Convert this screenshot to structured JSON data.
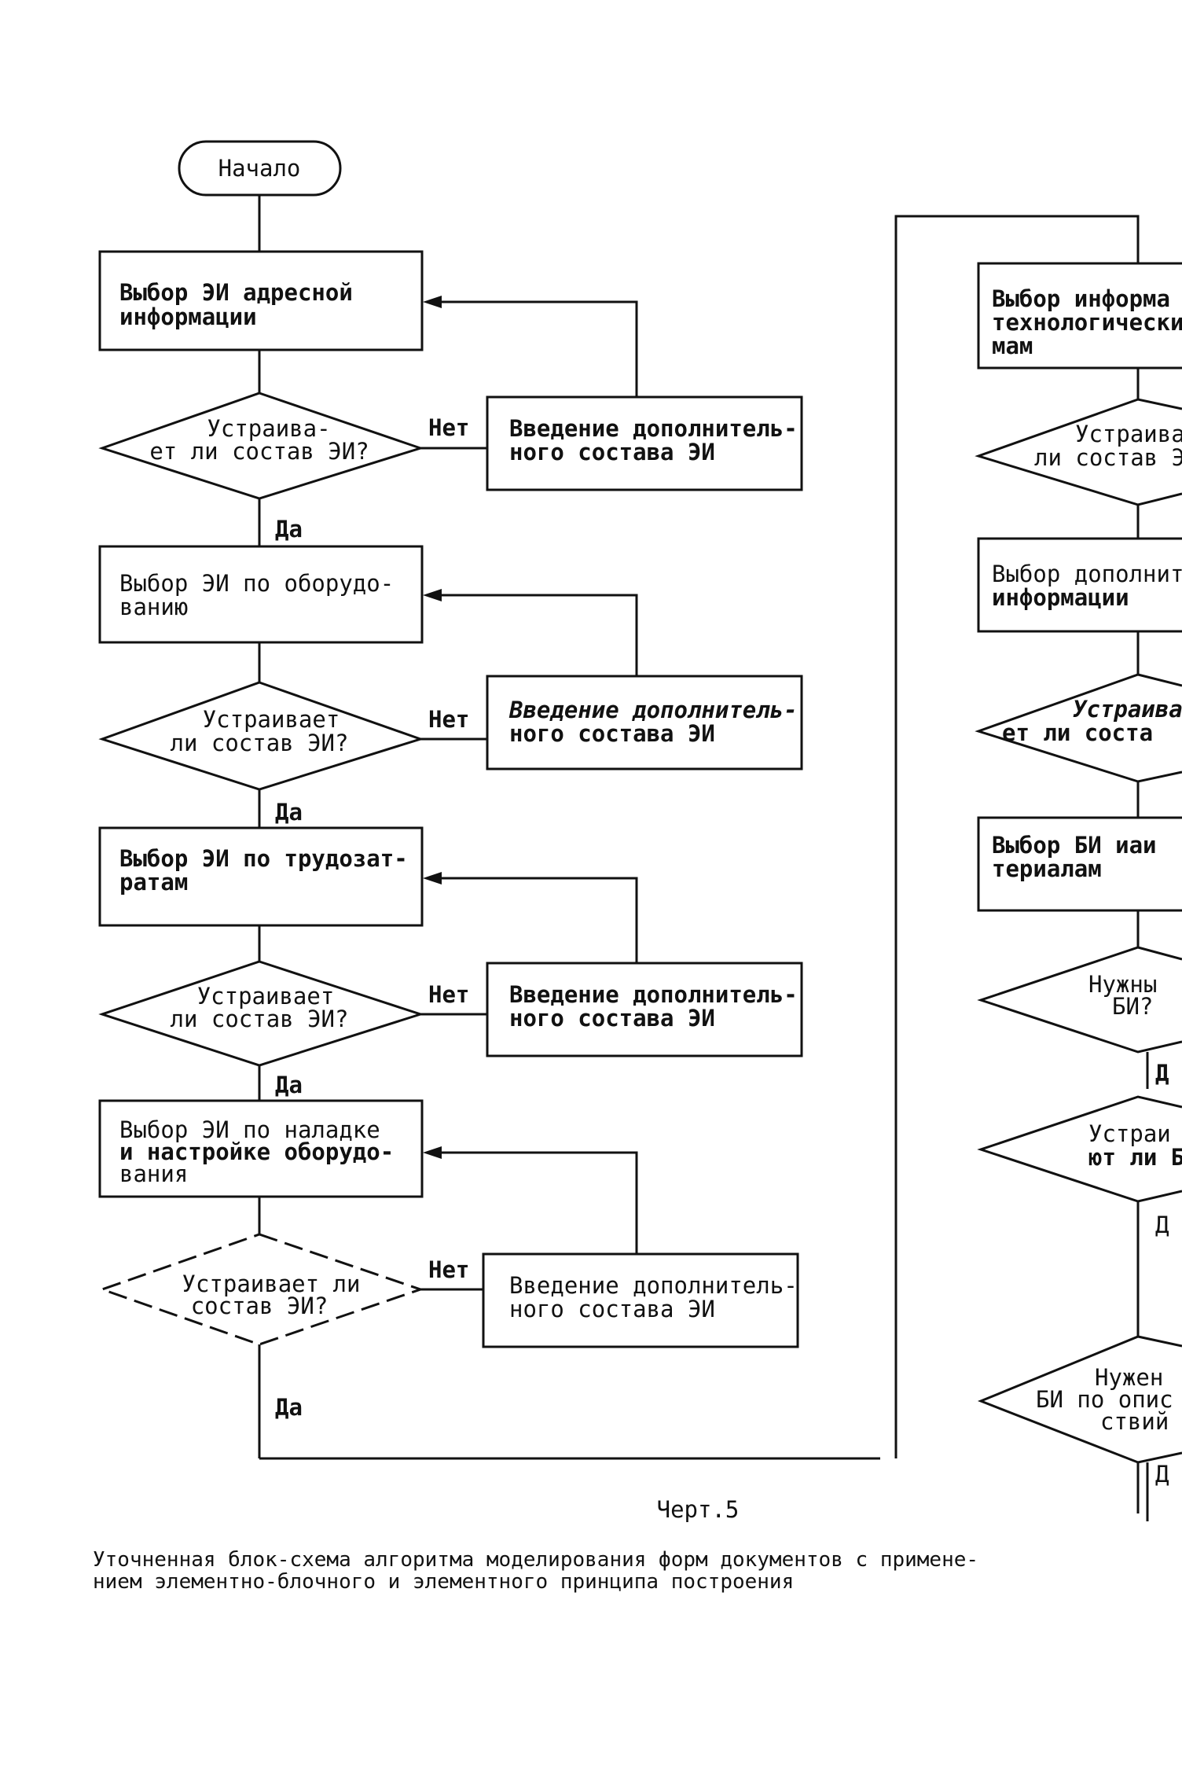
{
  "start": "Начало",
  "left_column": [
    {
      "process": [
        "Выбор ЭИ адресной",
        "информации"
      ],
      "decision": [
        "Устраива-",
        "ет ли состав ЭИ?"
      ],
      "no_label": "Нет",
      "add": [
        "Введение дополнитель-",
        "ного состава ЭИ"
      ],
      "yes_label": "Да"
    },
    {
      "process": [
        "Выбор ЭИ по оборудо-",
        "ванию"
      ],
      "decision": [
        "Устраивает",
        "ли состав ЭИ?"
      ],
      "no_label": "Нет",
      "add": [
        "Введение дополнитель-",
        "ного состава ЭИ"
      ],
      "yes_label": "Да"
    },
    {
      "process": [
        "Выбор ЭИ по трудозат-",
        "ратам"
      ],
      "decision": [
        "Устраивает",
        "ли состав ЭИ?"
      ],
      "no_label": "Нет",
      "add": [
        "Введение дополнитель-",
        "ного состава ЭИ"
      ],
      "yes_label": "Да"
    },
    {
      "process": [
        "Выбор ЭИ по наладке",
        "и настройке оборудо-",
        "вания"
      ],
      "decision": [
        "Устраивает ли",
        "состав ЭИ?"
      ],
      "no_label": "Нет",
      "add": [
        "Введение дополнитель-",
        "ного состава ЭИ"
      ],
      "yes_label": "Да"
    }
  ],
  "right_column": {
    "process_1": [
      "Выбор информа",
      "технологически",
      "мам"
    ],
    "decision_1": [
      "Устраива",
      "ли состав Э"
    ],
    "process_2": [
      "Выбор дополнит",
      "информации"
    ],
    "decision_2": [
      "Устраива",
      "ет ли соста"
    ],
    "process_3": [
      "Выбор БИ иаи",
      "териалам"
    ],
    "decision_3": [
      "Нужны",
      "БИ?"
    ],
    "yes_3": "Д",
    "decision_4": [
      "Устраи",
      "ют ли Б"
    ],
    "yes_4": "Д",
    "decision_5": [
      "Нужен",
      "БИ по опис",
      "ствий"
    ],
    "yes_5": "Д"
  },
  "figure_label": "Черт.5",
  "caption": [
    "Уточненная блок-схема алгоритма моделирования форм документов с примене-",
    "нием элементно-блочного и элементного принципа построения"
  ]
}
